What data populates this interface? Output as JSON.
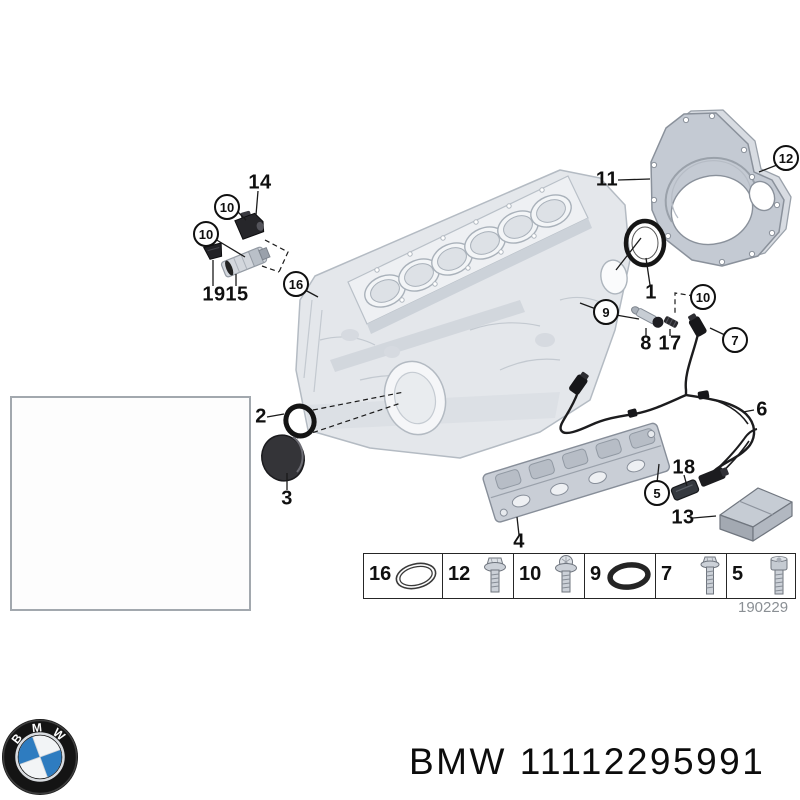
{
  "page": {
    "background": "#ffffff"
  },
  "diagram": {
    "drawing_number": "190229",
    "highlight_color": "#e8d847",
    "callouts": [
      {
        "text": "14",
        "circled": false
      },
      {
        "text": "10",
        "circled": true
      },
      {
        "text": "10",
        "circled": true
      },
      {
        "text": "19",
        "circled": false
      },
      {
        "text": "15",
        "circled": false
      },
      {
        "text": "16",
        "circled": true
      },
      {
        "text": "11",
        "circled": false
      },
      {
        "text": "12",
        "circled": true
      },
      {
        "text": "1",
        "circled": false
      },
      {
        "text": "10",
        "circled": true
      },
      {
        "text": "9",
        "circled": true
      },
      {
        "text": "8",
        "circled": false
      },
      {
        "text": "17",
        "circled": false
      },
      {
        "text": "7",
        "circled": true
      },
      {
        "text": "6",
        "circled": false
      },
      {
        "text": "2",
        "circled": false
      },
      {
        "text": "3",
        "circled": false
      },
      {
        "text": "4",
        "circled": false
      },
      {
        "text": "5",
        "circled": true
      },
      {
        "text": "18",
        "circled": false
      },
      {
        "text": "13",
        "circled": false
      }
    ],
    "parts_table": {
      "cells": [
        {
          "label": "16",
          "icon": "o-ring-thin"
        },
        {
          "label": "12",
          "icon": "flange-bolt"
        },
        {
          "label": "10",
          "icon": "torx-flange-bolt"
        },
        {
          "label": "9",
          "icon": "o-ring-thick"
        },
        {
          "label": "7",
          "icon": "long-flange-bolt"
        },
        {
          "label": "5",
          "icon": "socket-head-bolt"
        }
      ]
    }
  },
  "footer": {
    "text": "BMW 11112295991",
    "logo_letters": [
      "B",
      "M",
      "W"
    ],
    "logo_colors": {
      "ring": "#161616",
      "blue": "#2e7cc0",
      "white": "#f2f4f6"
    }
  }
}
